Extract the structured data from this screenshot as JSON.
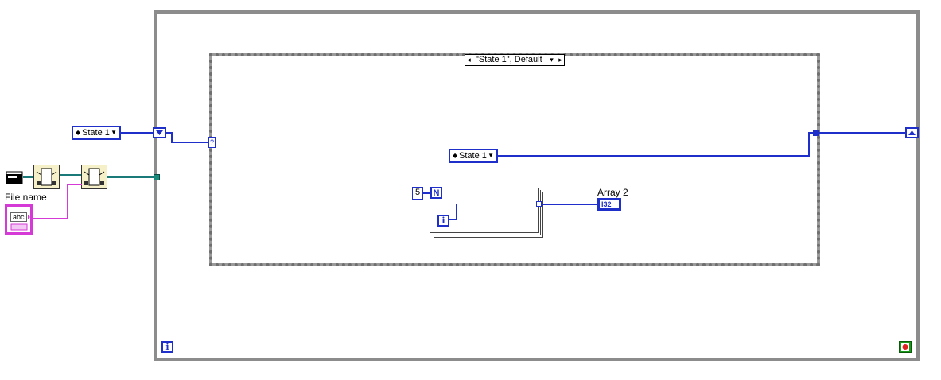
{
  "case_structure": {
    "selector_label": "\"State 1\", Default",
    "prev_arrow": "◂",
    "next_arrow": "▸",
    "dropdown": "▾"
  },
  "enum_outer": {
    "value": "State 1"
  },
  "enum_inner": {
    "value": "State 1"
  },
  "for_loop": {
    "count": "5",
    "count_terminal": "N",
    "iteration_terminal": "i"
  },
  "array_indicator": {
    "label": "Array 2",
    "type": "I32"
  },
  "file_control": {
    "label": "File name",
    "type": "abc"
  },
  "while_loop": {
    "iteration_terminal": "i"
  },
  "colors": {
    "wire_blue": "#1f2fc9",
    "wire_pink": "#d63ad6",
    "wire_teal": "#1a7a7a",
    "stop_green": "#1a9a1a",
    "stop_red": "#e02020"
  },
  "icons": [
    "folder-icon",
    "subvi-icon",
    "shift-register-icon",
    "stop-icon",
    "tunnel-icon"
  ]
}
